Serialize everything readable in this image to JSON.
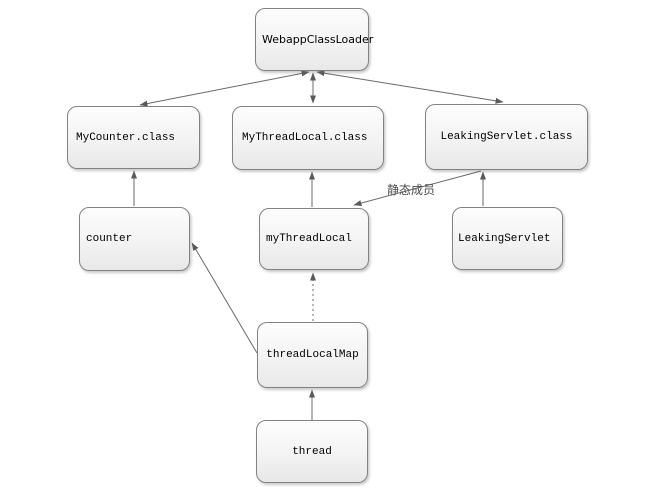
{
  "diagram": {
    "nodes": {
      "webapp_classloader": "WebappClassLoader",
      "mycounter_class": "MyCounter.class",
      "mythreadlocal_class": "MyThreadLocal.class",
      "leakingservlet_class": "LeakingServlet.class",
      "counter": "counter",
      "mythreadlocal": "myThreadLocal",
      "leakingservlet": "LeakingServlet",
      "threadlocalmap": "threadLocalMap",
      "thread": "thread"
    },
    "edge_labels": {
      "static_member": "静态成员"
    },
    "colors": {
      "background": "#ffffff",
      "node_border": "#828282",
      "node_fill_top": "#fdfdfd",
      "node_fill_bottom": "#e8e8e8",
      "edge_line": "#6a6a6a",
      "node_text": "#000000",
      "edge_label_text": "#4d4d4d"
    }
  }
}
